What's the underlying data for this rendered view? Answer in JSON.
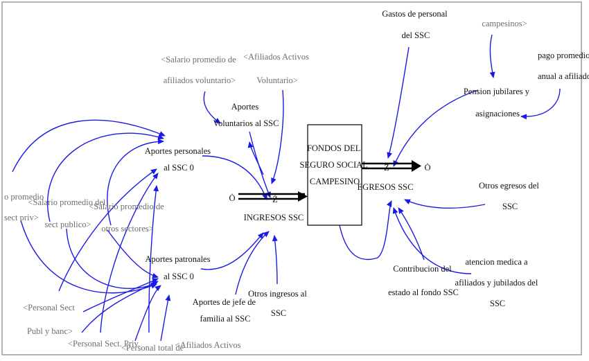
{
  "stock": {
    "lines": [
      "FONDOS DEL",
      "SEGURO SOCIAL",
      "CAMPESINO"
    ]
  },
  "flows": {
    "inflow": {
      "label": "INGRESOS SSC"
    },
    "outflow": {
      "label": "EGRESOS SSC"
    }
  },
  "variables": {
    "aportes_personales": [
      "Aportes personales",
      "al SSC 0"
    ],
    "aportes_patronales": [
      "Aportes patronales",
      "al SSC 0"
    ],
    "aportes_voluntarios": [
      "Aportes",
      "Voluntarios al SSC"
    ],
    "aportes_jefe": [
      "Aportes de jefe de",
      "familia al SSC"
    ],
    "otros_ingresos": [
      "Otros ingresos al",
      "SSC"
    ],
    "gastos_personal": [
      "Gastos de personal",
      "del SSC"
    ],
    "pension": [
      "Pension jubilares y",
      "asignaciones"
    ],
    "pago_promedio": [
      "pago promedio o",
      "anual a afiliados c"
    ],
    "otros_egresos": [
      "Otros egresos del",
      "SSC"
    ],
    "contribucion": [
      "Contribucion del",
      "estado al fondo SSC"
    ],
    "atencion": [
      "atencion medica a",
      "afiliados y jubilados del",
      "SSC"
    ]
  },
  "shadows": {
    "salario_voluntario": [
      "<Salario promedio de",
      "afiliados voluntario>"
    ],
    "afiliados_voluntario": [
      "<Afiliados Activos",
      "Voluntario>"
    ],
    "campesinos": [
      "campesinos>"
    ],
    "promedio_priv": [
      "o promedio",
      "sect priv>"
    ],
    "salario_publico": [
      "<Salario promedio del",
      "sect publico>"
    ],
    "salario_otros": [
      "<Salario promedio de",
      "otros sectores>"
    ],
    "personal_publ": [
      "<Personal Sect",
      "Publ y banc>"
    ],
    "personal_priv": [
      "<Personal Sect. Priv."
    ],
    "personal_total": [
      "<Personal total de"
    ],
    "afiliados_activos": [
      "<Afiliados Activos"
    ]
  },
  "symbols": {
    "source": "Ȯ",
    "sink": "Ȯ",
    "valve": "Ż"
  }
}
